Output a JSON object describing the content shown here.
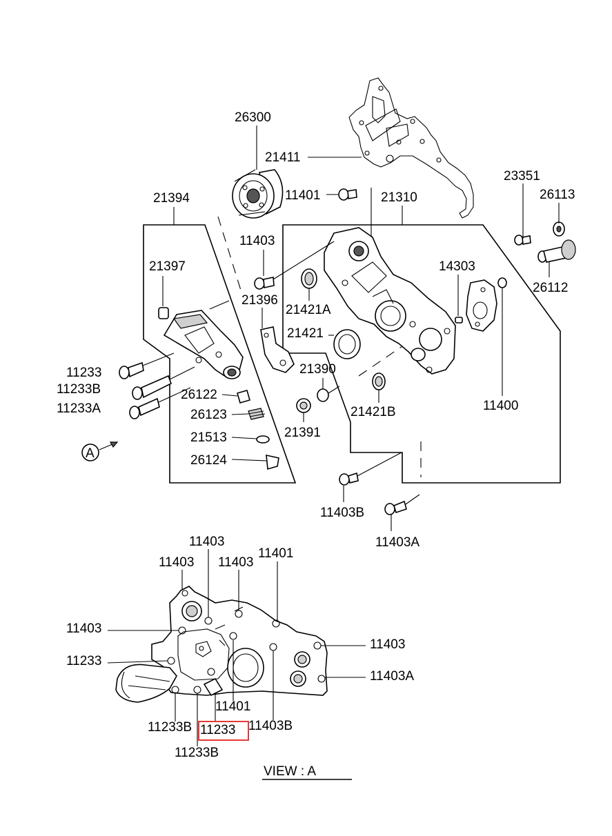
{
  "callouts": {
    "p26300": "26300",
    "p21411": "21411",
    "p23351": "23351",
    "p26113": "26113",
    "p11401_top": "11401",
    "p21310": "21310",
    "p21394": "21394",
    "p11403_top": "11403",
    "p14303": "14303",
    "p26112": "26112",
    "p21397": "21397",
    "p21396": "21396",
    "p21421A": "21421A",
    "p21421": "21421",
    "p21390": "21390",
    "p11233": "11233",
    "p11233B": "11233B",
    "p11233A": "11233A",
    "p26122": "26122",
    "p26123": "26123",
    "p21513": "21513",
    "p26124": "26124",
    "p21391": "21391",
    "p21421B": "21421B",
    "p11400": "11400",
    "p11403B": "11403B",
    "p11403A": "11403A",
    "view_marker": "A"
  },
  "view_a": {
    "c11403_a": "11403",
    "c11403_b": "11403",
    "c11403_c": "11403",
    "c11401_a": "11401",
    "c11403_left": "11403",
    "c11403_right": "11403",
    "c11233_left": "11233",
    "c11403A_right": "11403A",
    "c11401_bottom": "11401",
    "c11233B_a": "11233B",
    "c11233_highlighted": "11233",
    "c11403B_bottom": "11403B",
    "c11233B_b": "11233B",
    "title": "VIEW : A"
  },
  "colors": {
    "line": "#000000",
    "highlight": "#e53935",
    "background": "#ffffff"
  }
}
